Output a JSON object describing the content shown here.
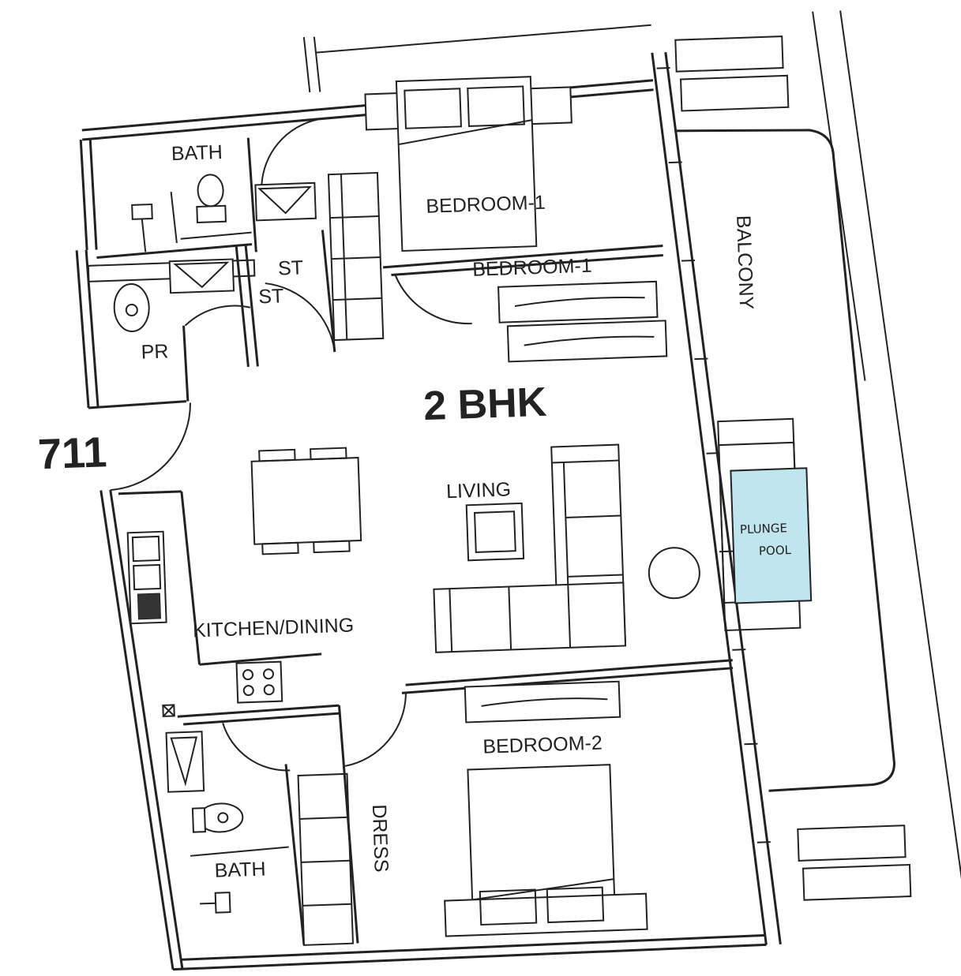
{
  "plan": {
    "unit_number": "711",
    "unit_type": "2 BHK",
    "rooms": {
      "bath_top": "BATH",
      "bedroom1_a": "BEDROOM-1",
      "bedroom1_b": "BEDROOM-1",
      "st_a": "ST",
      "st_b": "ST",
      "pr": "PR",
      "balcony": "BALCONY",
      "living": "LIVING",
      "kitchen_dining": "KITCHEN/DINING",
      "plunge_pool_line1": "PLUNGE",
      "plunge_pool_line2": "POOL",
      "bedroom2": "BEDROOM-2",
      "bath_bottom": "BATH",
      "dress": "DRESS"
    },
    "colors": {
      "line": "#222222",
      "pool": "#bfe5ee"
    }
  }
}
